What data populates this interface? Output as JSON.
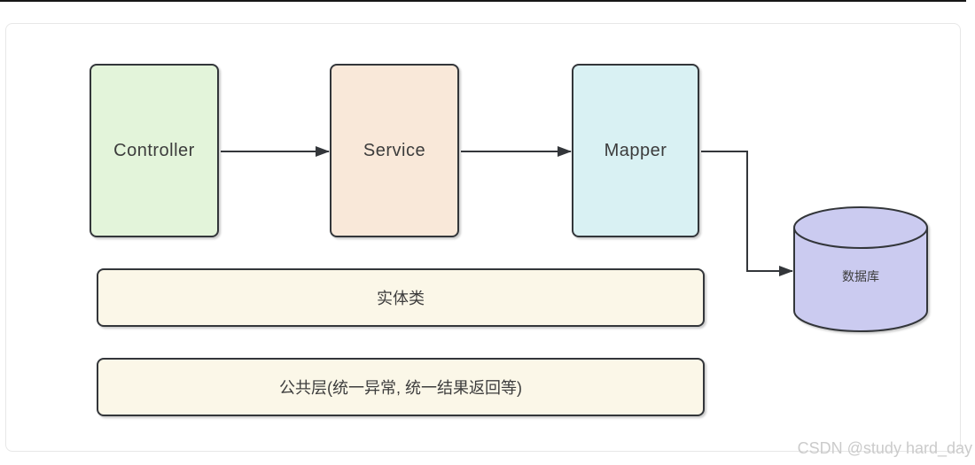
{
  "canvas": {
    "background": "#ffffff",
    "top_edge_color": "#161616",
    "frame_border_color": "#e7e7e7"
  },
  "diagram": {
    "stroke_color": "#33363a",
    "text_color": "#3c3c3c",
    "nodes": [
      {
        "id": "controller",
        "label": "Controller",
        "fill": "#e3f4da"
      },
      {
        "id": "service",
        "label": "Service",
        "fill": "#f9e8d9"
      },
      {
        "id": "mapper",
        "label": "Mapper",
        "fill": "#d9f1f3"
      }
    ],
    "database": {
      "label": "数据库",
      "fill": "#cbcbf0"
    },
    "layers": [
      {
        "id": "entity-layer",
        "label": "实体类",
        "fill": "#fbf7e8"
      },
      {
        "id": "common-layer",
        "label": "公共层(统一异常, 统一结果返回等)",
        "fill": "#fbf7e8"
      }
    ],
    "connections": [
      {
        "from": "Controller",
        "to": "Service"
      },
      {
        "from": "Service",
        "to": "Mapper"
      },
      {
        "from": "Mapper",
        "to": "数据库"
      }
    ]
  },
  "watermark": {
    "text": "CSDN @study hard_day",
    "color": "#cbcbcb"
  }
}
